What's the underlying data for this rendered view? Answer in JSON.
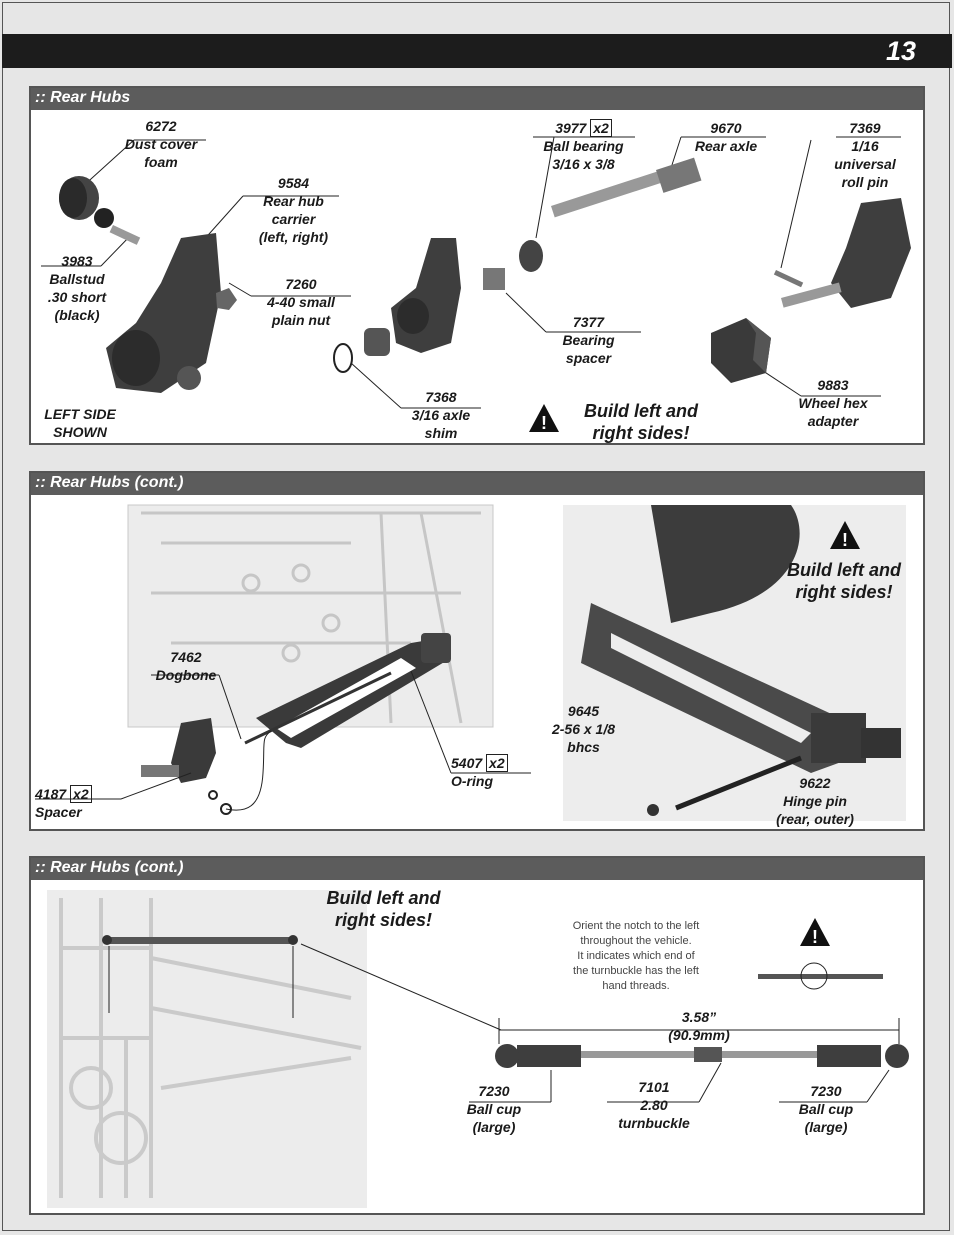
{
  "page_number": "13",
  "sections": [
    {
      "title": ":: Rear Hubs",
      "labels": {
        "dust_cover": {
          "num": "6272",
          "text": [
            "Dust cover",
            "foam"
          ]
        },
        "hub_carrier": {
          "num": "9584",
          "text": [
            "Rear hub",
            "carrier",
            "(left, right)"
          ]
        },
        "ballstud": {
          "num": "3983",
          "text": [
            "Ballstud",
            ".30 short",
            "(black)"
          ]
        },
        "nut": {
          "num": "7260",
          "text": [
            "4-40 small",
            "plain nut"
          ]
        },
        "left_side": [
          "LEFT SIDE",
          "SHOWN"
        ],
        "bearing": {
          "num": "3977",
          "qty": "x2",
          "text": [
            "Ball bearing",
            "3/16 x 3/8"
          ]
        },
        "rear_axle": {
          "num": "9670",
          "text": [
            "Rear axle"
          ]
        },
        "roll_pin": {
          "num": "7369",
          "text": [
            "1/16",
            "universal",
            "roll pin"
          ]
        },
        "spacer": {
          "num": "7377",
          "text": [
            "Bearing",
            "spacer"
          ]
        },
        "shim": {
          "num": "7368",
          "text": [
            "3/16 axle",
            "shim"
          ]
        },
        "hex": {
          "num": "9883",
          "text": [
            "Wheel hex",
            "adapter"
          ]
        },
        "build": [
          "Build left and",
          "right sides!"
        ]
      }
    },
    {
      "title": ":: Rear Hubs (cont.)",
      "labels": {
        "dogbone": {
          "num": "7462",
          "text": [
            "Dogbone"
          ]
        },
        "spacer": {
          "num": "4187",
          "qty": "x2",
          "text": [
            "Spacer"
          ]
        },
        "oring": {
          "num": "5407",
          "qty": "x2",
          "text": [
            "O-ring"
          ]
        },
        "bhcs": {
          "num": "9645",
          "text": [
            "2-56 x 1/8",
            "bhcs"
          ]
        },
        "hinge": {
          "num": "9622",
          "text": [
            "Hinge pin",
            "(rear, outer)"
          ]
        },
        "build": [
          "Build left and",
          "right sides!"
        ]
      }
    },
    {
      "title": ":: Rear Hubs (cont.)",
      "labels": {
        "build": [
          "Build left and",
          "right sides!"
        ],
        "note": [
          "Orient the notch to the left",
          "throughout the vehicle.",
          "It indicates which end of",
          "the turnbuckle has the left",
          "hand threads."
        ],
        "dim": [
          "3.58”",
          "(90.9mm)"
        ],
        "cup_left": {
          "num": "7230",
          "text": [
            "Ball cup",
            "(large)"
          ]
        },
        "turnbuckle": {
          "num": "7101",
          "text": [
            "2.80",
            "turnbuckle"
          ]
        },
        "cup_right": {
          "num": "7230",
          "text": [
            "Ball cup",
            "(large)"
          ]
        }
      }
    }
  ]
}
